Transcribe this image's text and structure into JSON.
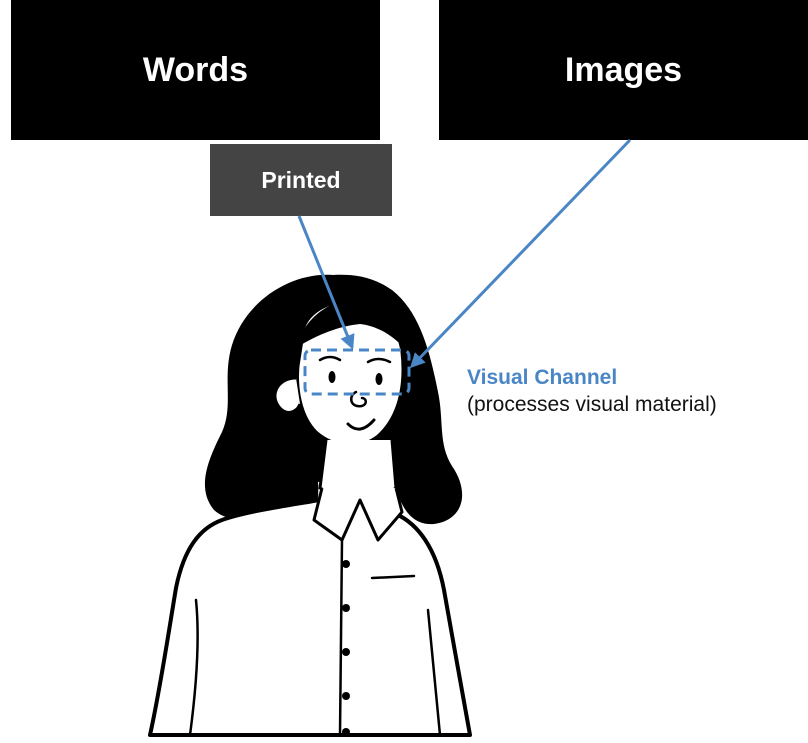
{
  "colors": {
    "box_dark": "#000000",
    "box_printed": "#444444",
    "box_text": "#ffffff",
    "accent_blue": "#4a86c5",
    "ink": "#000000",
    "body_text": "#111111"
  },
  "boxes": {
    "words": "Words",
    "images": "Images",
    "printed": "Printed"
  },
  "channel": {
    "title": "Visual Channel",
    "description": "(processes visual material)"
  },
  "illustration": {
    "subject": "woman-with-long-dark-hair-icon",
    "eye_region_marker": "dashed-eye-box"
  }
}
